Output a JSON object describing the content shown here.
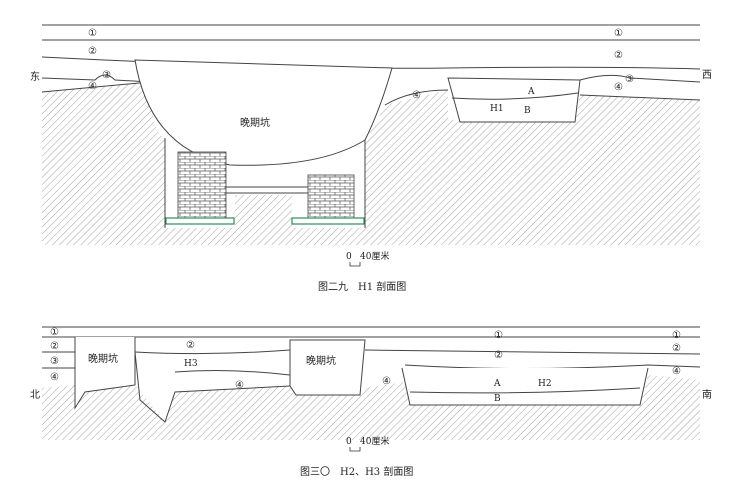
{
  "figure1": {
    "caption": "图二九　H1 剖面图",
    "direction_left": "东",
    "direction_right": "西",
    "layers_left": [
      "①",
      "②",
      "③",
      "④"
    ],
    "layers_right": [
      "①",
      "②",
      "③",
      "④"
    ],
    "layer4_mid": "④",
    "late_pit_label": "晚期坑",
    "pit_label": "H1",
    "sub_a": "A",
    "sub_b": "B",
    "scale_zero": "0",
    "scale_text": "40厘米"
  },
  "figure2": {
    "caption": "图三〇　H2、H3 剖面图",
    "direction_left": "北",
    "direction_right": "南",
    "layers_left": [
      "①",
      "②",
      "③",
      "④"
    ],
    "layer1_mid": "①",
    "layer2_mid": "②",
    "layer2_h3": "②",
    "layer4_h3": "④",
    "layer4_mid": "④",
    "layers_right": [
      "①",
      "②",
      "④"
    ],
    "late_pit_label_1": "晚期坑",
    "late_pit_label_2": "晚期坑",
    "h3_label": "H3",
    "h2_label": "H2",
    "sub_a": "A",
    "sub_b": "B",
    "scale_zero": "0",
    "scale_text": "40厘米"
  },
  "colors": {
    "line": "#444444",
    "hatch": "#8a8a8a",
    "brick_base": "#2e8b57"
  }
}
